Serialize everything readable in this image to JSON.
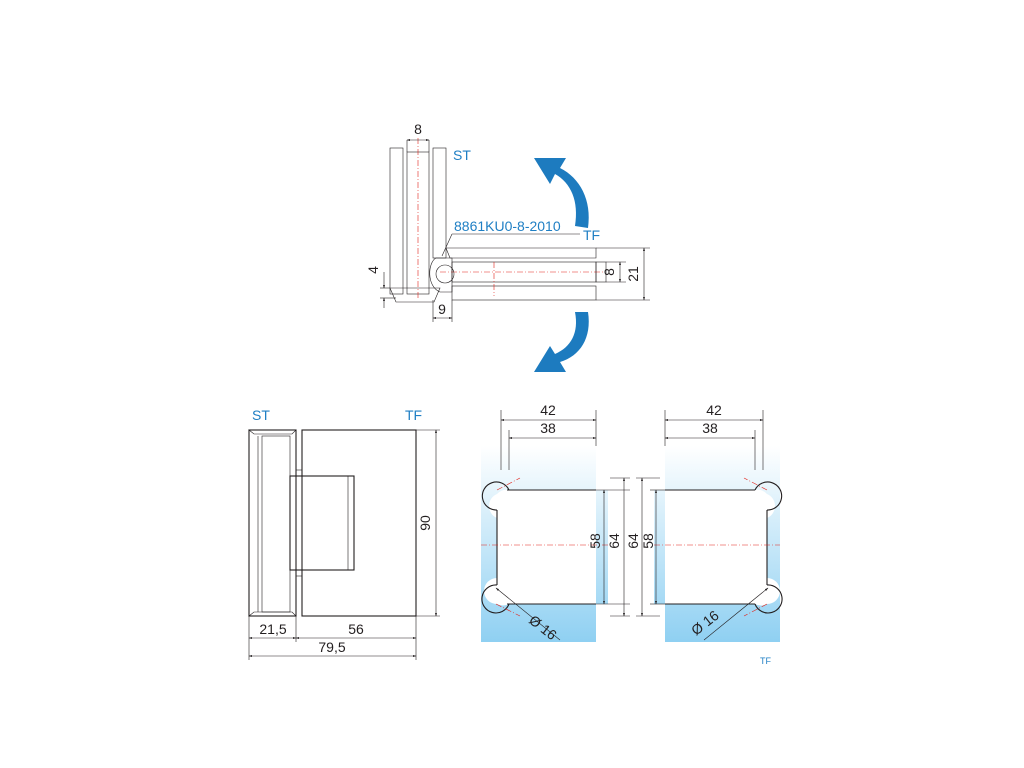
{
  "labels": {
    "st_top": "ST",
    "tf_top": "TF",
    "part_number": "8861KU0-8-2010",
    "st_front": "ST",
    "tf_front": "TF",
    "tf_cut": "TF"
  },
  "dimensions": {
    "top_glass_8": "8",
    "top_side_4": "4",
    "top_bottom_9": "9",
    "top_right_8": "8",
    "top_right_21": "21",
    "front_height_90": "90",
    "front_width_21_5": "21,5",
    "front_width_56": "56",
    "front_total_79_5": "79,5",
    "cut1_42": "42",
    "cut1_38": "38",
    "cut1_58": "58",
    "cut1_64": "64",
    "cut1_dia": "Ø 16",
    "cut2_42": "42",
    "cut2_38": "38",
    "cut2_64": "64",
    "cut2_58": "58",
    "cut2_dia": "Ø 16"
  },
  "colors": {
    "arrow_blue": "#1d7bbf",
    "label_blue": "#1f7fc4",
    "glass_top": "#ffffff",
    "glass_bottom": "#8fd0f2",
    "centerline_red": "#e2231a"
  }
}
